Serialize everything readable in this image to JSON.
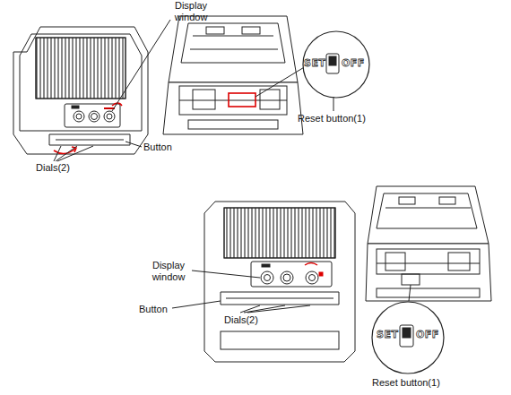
{
  "diagram": {
    "labels": [
      "Display window",
      "Button",
      "Dials(2)",
      "SET",
      "OFF",
      "Reset button(1)",
      "Display window",
      "Button",
      "Dials(2)",
      "SET",
      "OFF",
      "Reset button(1)"
    ]
  }
}
